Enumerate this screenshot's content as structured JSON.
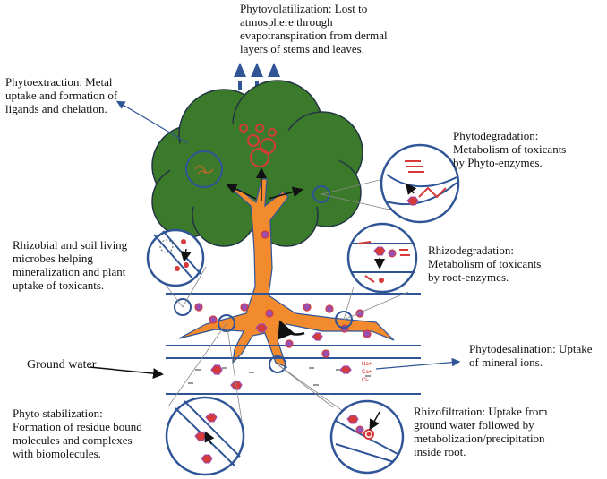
{
  "labels": {
    "phytovolatilization": "Phytovolatilization: Lost to\natmosphere through\nevapotranspiration from dermal\nlayers of stems and leaves.",
    "phytoextraction": "Phytoextraction: Metal\nuptake and formation of\nligands and chelation.",
    "phytodegradation": "Phytodegradation:\nMetabolism of toxicants\nby Phyto-enzymes.",
    "rhizobial": "Rhizobial and soil living\nmicrobes helping\nmineralization and plant\nuptake of toxicants.",
    "rhizodegradation": "Rhizodegradation:\nMetabolism of toxicants\nby root-enzymes.",
    "ground_water": "Ground water",
    "phytodesalination": "Phytodesalination: Uptake\nof mineral ions.",
    "phytostabilization": "Phyto stabilization:\nFormation of residue bound\nmolecules and complexes\nwith biomolecules.",
    "rhizofiltration": "Rhizofiltration: Uptake from\nground water followed by\nmetabolization/precipitation\ninside root."
  },
  "ions": {
    "na": "Na+",
    "ca": "Ca+",
    "cl": "Cl-"
  },
  "colors": {
    "canopy": "#3b7a2a",
    "trunk": "#f28a2e",
    "line_blue": "#2f5597",
    "toxicant_red": "#d63a3a",
    "molecule_purple": "#9a4fb0"
  }
}
